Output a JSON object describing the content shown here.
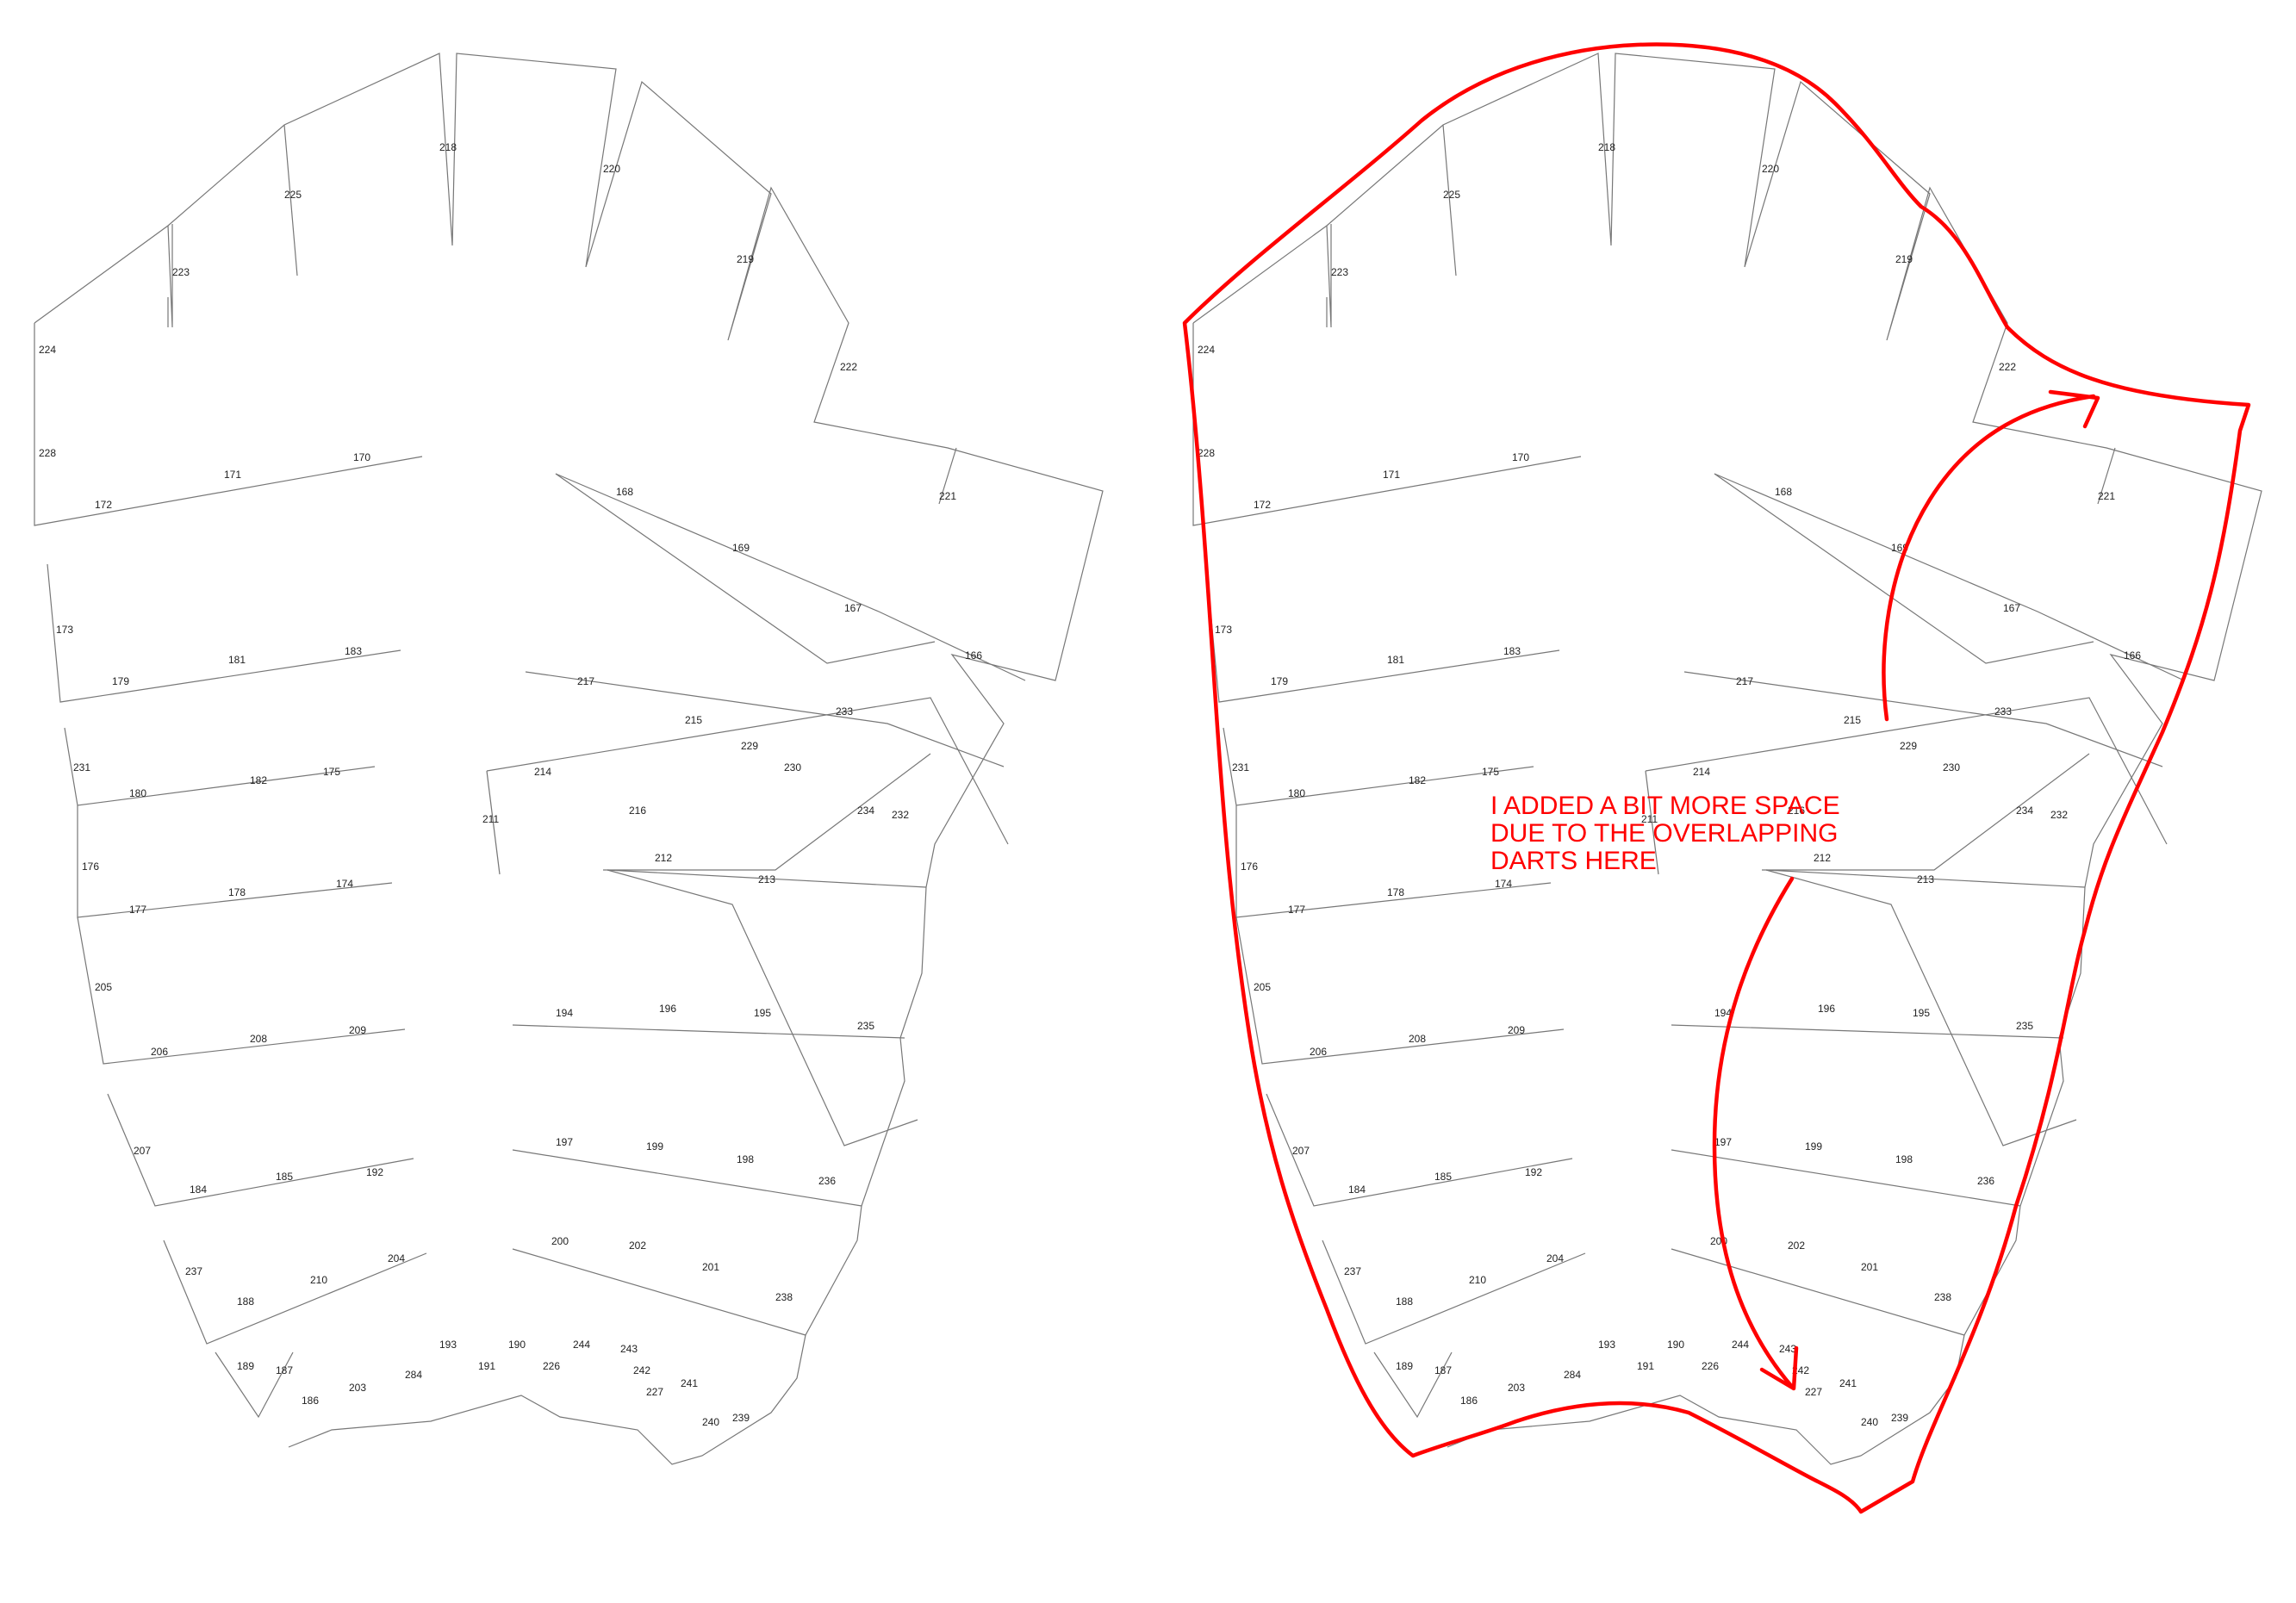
{
  "annotation": {
    "lines": [
      "I ADDED A BIT MORE SPACE",
      "DUE TO THE OVERLAPPING",
      "DARTS HERE"
    ],
    "color": "#ff0000"
  },
  "pattern": {
    "line_color": "#777777",
    "labels": [
      "224",
      "228",
      "172",
      "171",
      "170",
      "223",
      "225",
      "218",
      "220",
      "219",
      "222",
      "221",
      "173",
      "179",
      "181",
      "183",
      "231",
      "180",
      "182",
      "175",
      "176",
      "177",
      "178",
      "174",
      "205",
      "206",
      "208",
      "209",
      "207",
      "184",
      "185",
      "192",
      "237",
      "188",
      "210",
      "204",
      "189",
      "187",
      "186",
      "203",
      "284",
      "193",
      "190",
      "191",
      "226",
      "244",
      "243",
      "242",
      "227",
      "241",
      "240",
      "239",
      "168",
      "169",
      "167",
      "166",
      "217",
      "215",
      "229",
      "214",
      "216",
      "230",
      "233",
      "234",
      "232",
      "211",
      "212",
      "213",
      "194",
      "196",
      "195",
      "235",
      "197",
      "199",
      "198",
      "236",
      "200",
      "202",
      "201",
      "238"
    ]
  }
}
